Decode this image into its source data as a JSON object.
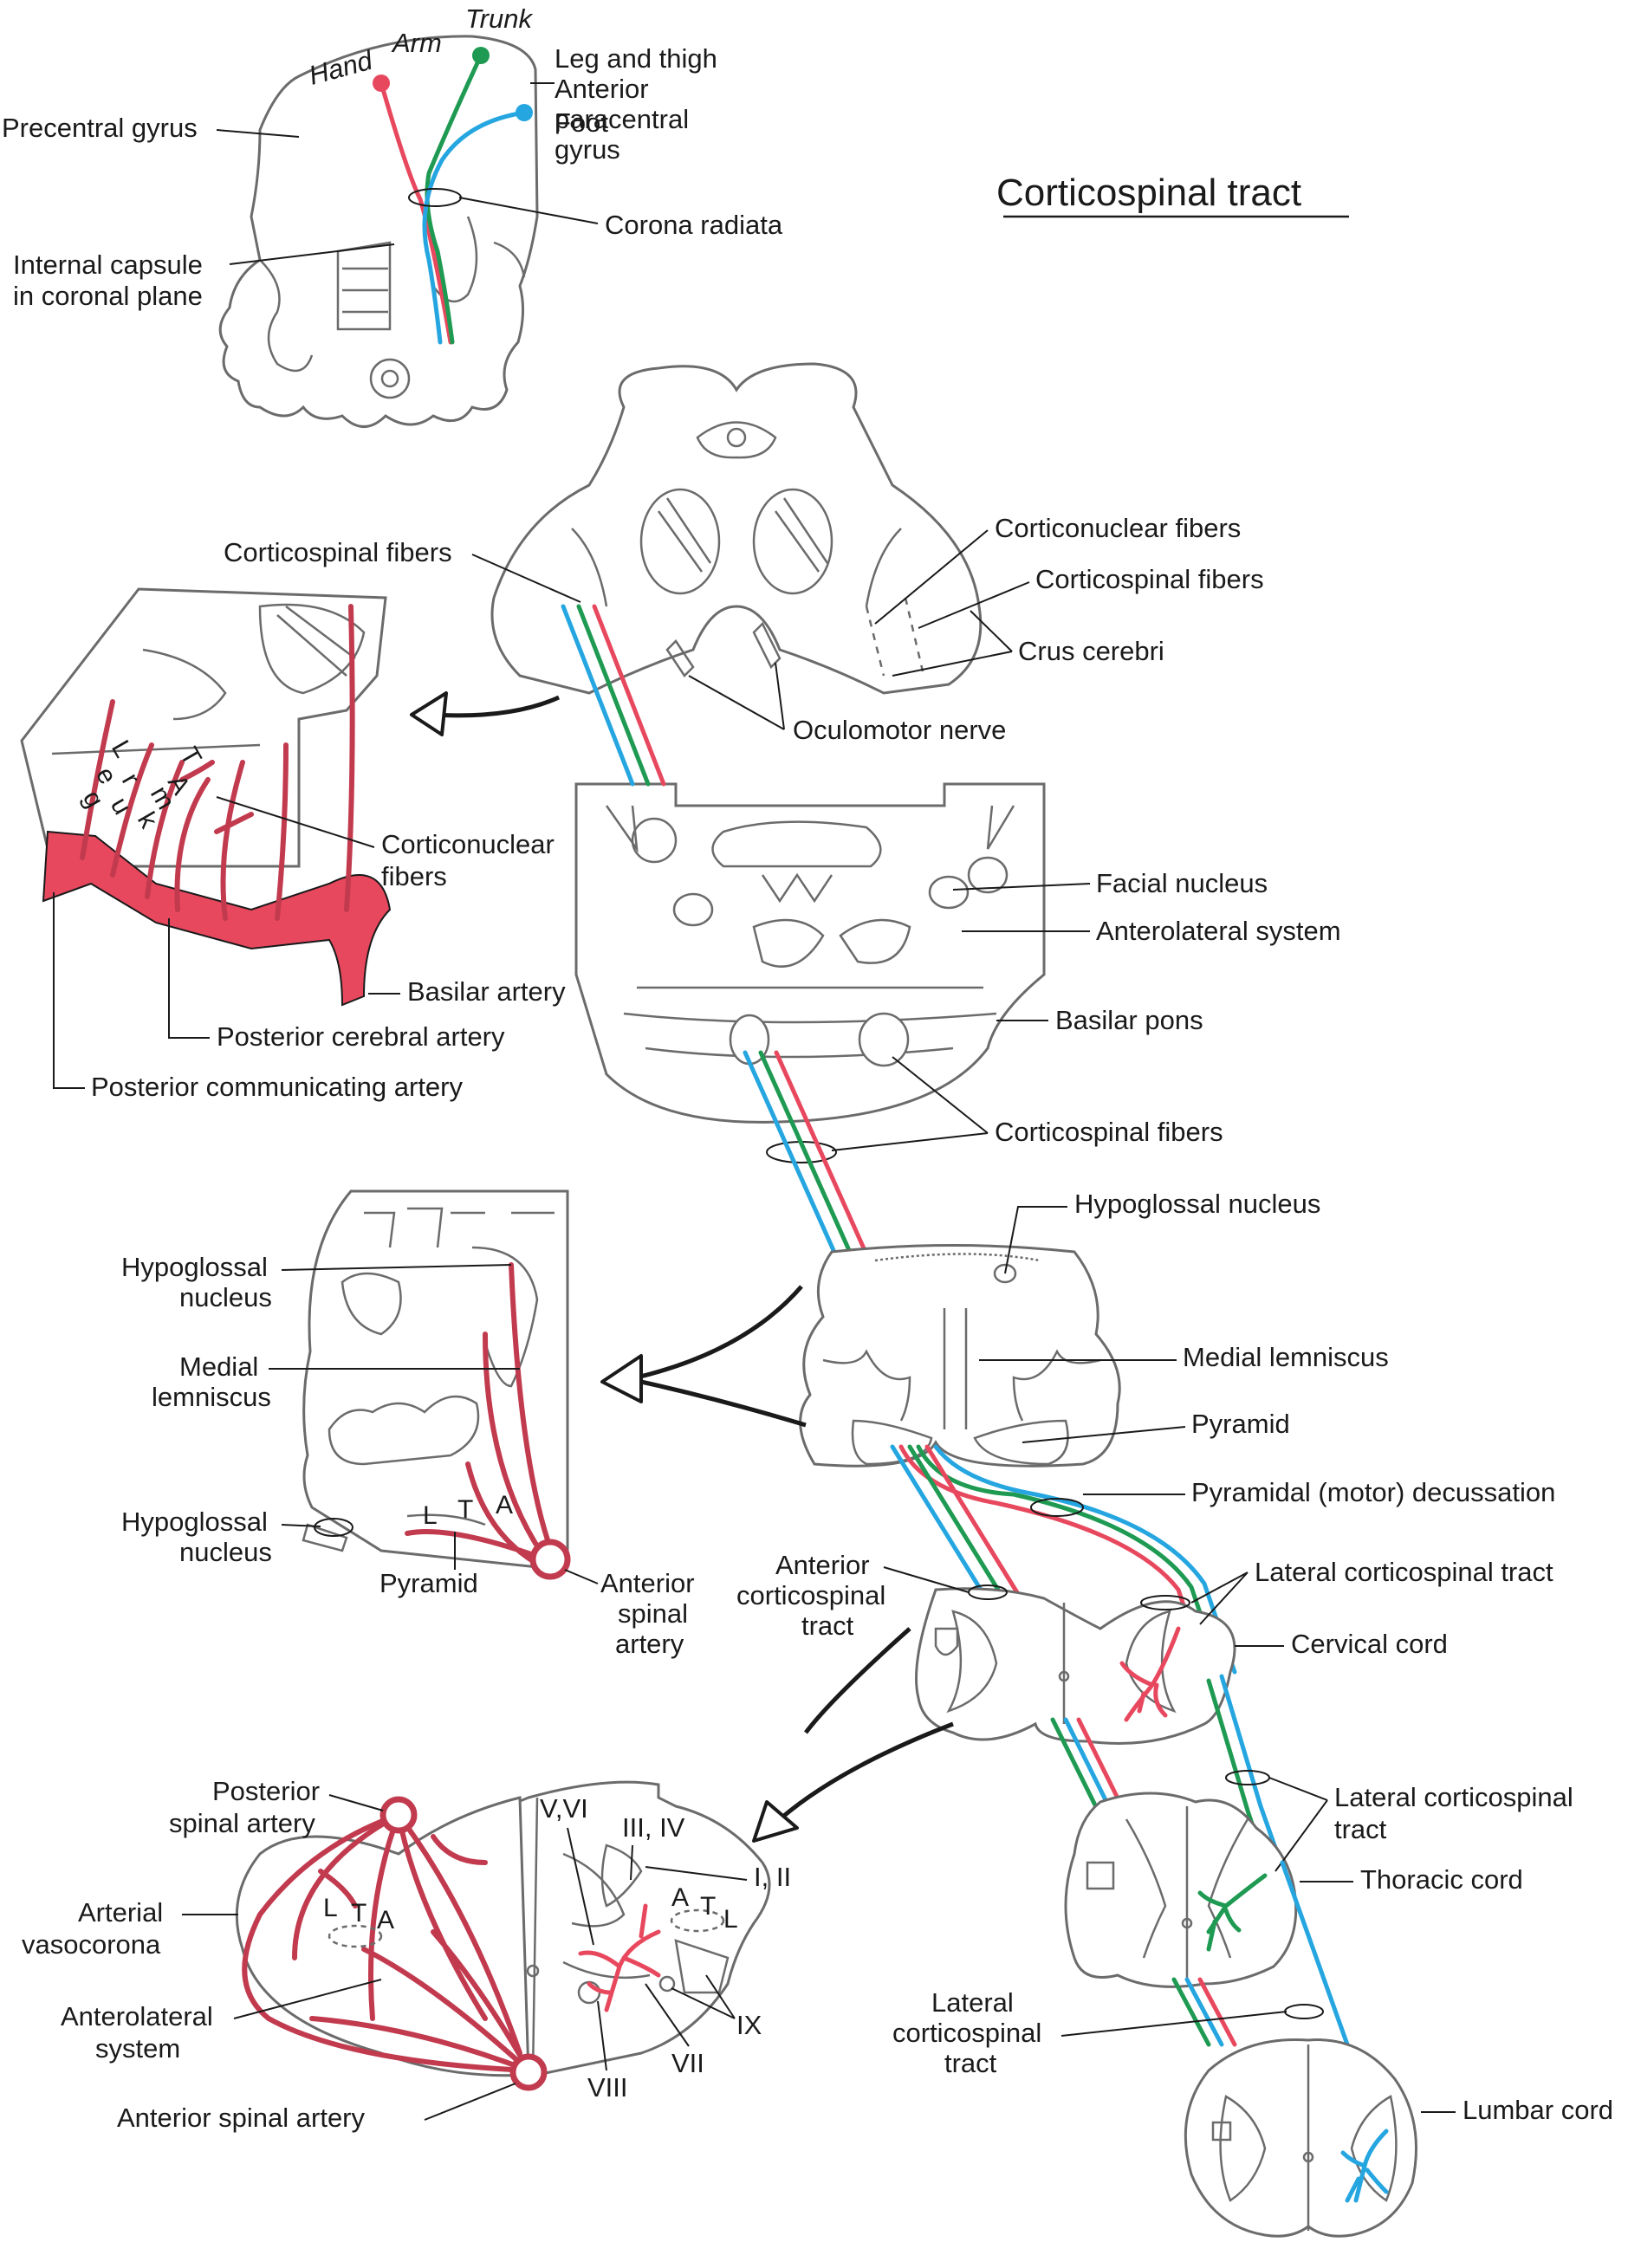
{
  "title": "Corticospinal tract",
  "colors": {
    "red": "#e8485e",
    "green": "#1e9a52",
    "blue": "#25a6e0",
    "artery": "#c23a4e",
    "outline": "#6b6b6b"
  },
  "labels": {
    "hand": "Hand",
    "arm": "Arm",
    "trunk": "Trunk",
    "leg_thigh": "Leg and thigh",
    "anterior": "Anterior",
    "paracentral": "paracentral",
    "gyrus": "gyrus",
    "foot": "Foot",
    "precentral_gyrus": "Precentral gyrus",
    "corona_radiata": "Corona radiata",
    "internal_capsule": "Internal capsule",
    "in_coronal_plane": "in coronal plane",
    "corticospinal_fibers_left": "Corticospinal fibers",
    "corticonuclear_fibers_right": "Corticonuclear fibers",
    "corticospinal_fibers_right": "Corticospinal fibers",
    "crus_cerebri": "Crus cerebri",
    "oculomotor_nerve": "Oculomotor nerve",
    "corticonuclear": "Corticonuclear",
    "fibers": "fibers",
    "basilar_artery": "Basilar artery",
    "posterior_cerebral_artery": "Posterior cerebral artery",
    "posterior_communicating_artery": "Posterior communicating artery",
    "facial_nucleus": "Facial nucleus",
    "anterolateral_system": "Anterolateral system",
    "basilar_pons": "Basilar pons",
    "corticospinal_fibers_pons": "Corticospinal fibers",
    "hypoglossal_nucleus_r": "Hypoglossal nucleus",
    "medial_lemniscus_r": "Medial lemniscus",
    "pyramid_r": "Pyramid",
    "pyramidal_decussation": "Pyramidal (motor) decussation",
    "hypoglossal_l1": "Hypoglossal",
    "nucleus_l1": "nucleus",
    "medial_l": "Medial",
    "lemniscus_l": "lemniscus",
    "hypoglossal_l2": "Hypoglossal",
    "nucleus_l2": "nucleus",
    "pyramid_l": "Pyramid",
    "anterior_l": "Anterior",
    "spinal_l": "spinal",
    "artery_l": "artery",
    "anterior_cst_1": "Anterior",
    "anterior_cst_2": "corticospinal",
    "anterior_cst_3": "tract",
    "lateral_cst_1": "Lateral corticospinal tract",
    "cervical_cord": "Cervical cord",
    "lateral_cst_2a": "Lateral corticospinal",
    "lateral_cst_2b": "tract",
    "thoracic_cord": "Thoracic cord",
    "lateral_cst_3a": "Lateral",
    "lateral_cst_3b": "corticospinal",
    "lateral_cst_3c": "tract",
    "lumbar_cord": "Lumbar cord",
    "posterior_spinal_1": "Posterior",
    "posterior_spinal_2": "spinal artery",
    "arterial_1": "Arterial",
    "arterial_2": "vasocorona",
    "anterolateral_1": "Anterolateral",
    "anterolateral_2": "system",
    "anterior_spinal_artery_b": "Anterior spinal artery",
    "lam_v_vi": "V,VI",
    "lam_iii_iv": "III, IV",
    "lam_i_ii": "I, II",
    "lam_viii": "VIII",
    "lam_vii": "VII",
    "lam_ix": "IX"
  },
  "letters": {
    "L": "L",
    "T": "T",
    "A": "A",
    "eg1": "e",
    "eg2": "g",
    "ru1": "r",
    "ru2": "u",
    "mk1": "m",
    "mk2": "k",
    "Lc": "L",
    "Tc": "T",
    "Ac": "A",
    "Lb": "L",
    "Tb": "T",
    "Ab": "A",
    "Ar": "A",
    "Tr": "T",
    "Lr": "L"
  }
}
